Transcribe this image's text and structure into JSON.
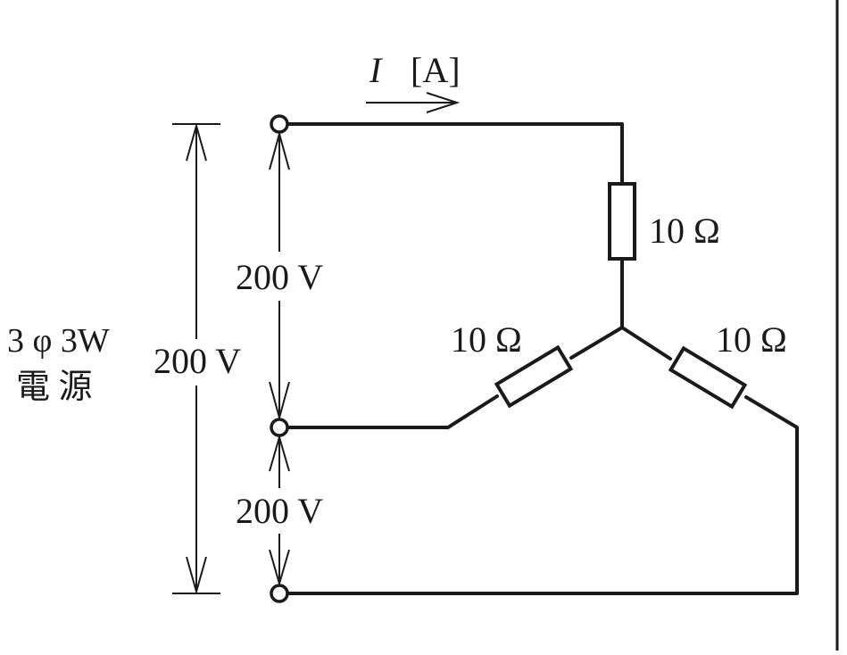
{
  "current_label": {
    "symbol": "I",
    "unit": "[A]"
  },
  "source_label": {
    "line1": "3 φ 3W",
    "line2": "電 源"
  },
  "voltages": {
    "line_to_line_total": "200 V",
    "upper_pair": "200 V",
    "lower_pair": "200 V"
  },
  "resistors": {
    "top": "10 Ω",
    "left": "10 Ω",
    "right": "10 Ω"
  },
  "colors": {
    "ink": "#1a1a1a",
    "background": "#ffffff"
  }
}
